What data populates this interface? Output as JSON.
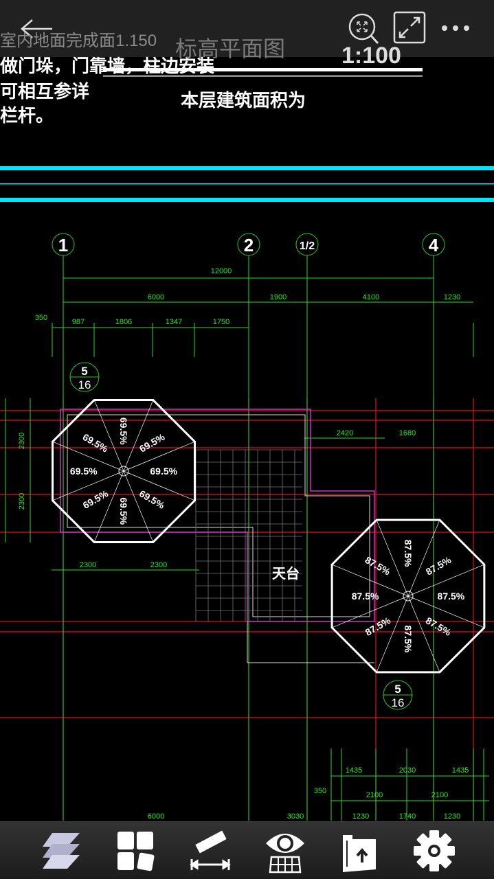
{
  "header": {
    "back_icon": "arrow-left-icon",
    "zoom_fit_icon": "zoom-extents-icon",
    "fullscreen_icon": "expand-icon",
    "more_icon": "more-dots-icon"
  },
  "drawing": {
    "faint_note": "室内地面完成面1.150",
    "faint_title": "标高平面图",
    "scale": "1:100",
    "note_line1": "做门垛，门靠墙，柱边安装",
    "note_line2": "可相互参详",
    "note_line3": "栏杆。",
    "area_note": "本层建筑面积为",
    "axes": [
      "1",
      "2",
      "1/2",
      "4"
    ],
    "dims_row1": [
      "12000"
    ],
    "dims_row2": [
      "6000",
      "1900",
      "4100",
      "1230"
    ],
    "dims_row3": [
      "350",
      "987",
      "1806",
      "1347",
      "1750"
    ],
    "dims_left": [
      "2300",
      "2300"
    ],
    "dims_bottom_left": [
      "2300",
      "2300"
    ],
    "dims_right": [
      "2420",
      "1680"
    ],
    "dims_bottom1": [
      "1435",
      "2030",
      "1435"
    ],
    "dims_bottom2": [
      "350",
      "2100",
      "2100"
    ],
    "dims_bottom3": [
      "6000",
      "3030",
      "1230",
      "1740",
      "1230"
    ],
    "detail_callout": {
      "top": "5",
      "bottom": "16"
    },
    "slope_left": "69.5%",
    "slope_right": "87.5%",
    "terrace_label": "天台"
  },
  "toolbar": {
    "items": [
      {
        "name": "layers",
        "icon": "layers-icon"
      },
      {
        "name": "layouts",
        "icon": "layouts-icon"
      },
      {
        "name": "measure",
        "icon": "ruler-measure-icon"
      },
      {
        "name": "view",
        "icon": "eye-view-icon"
      },
      {
        "name": "export",
        "icon": "folder-export-icon"
      },
      {
        "name": "settings",
        "icon": "gear-icon"
      }
    ]
  }
}
